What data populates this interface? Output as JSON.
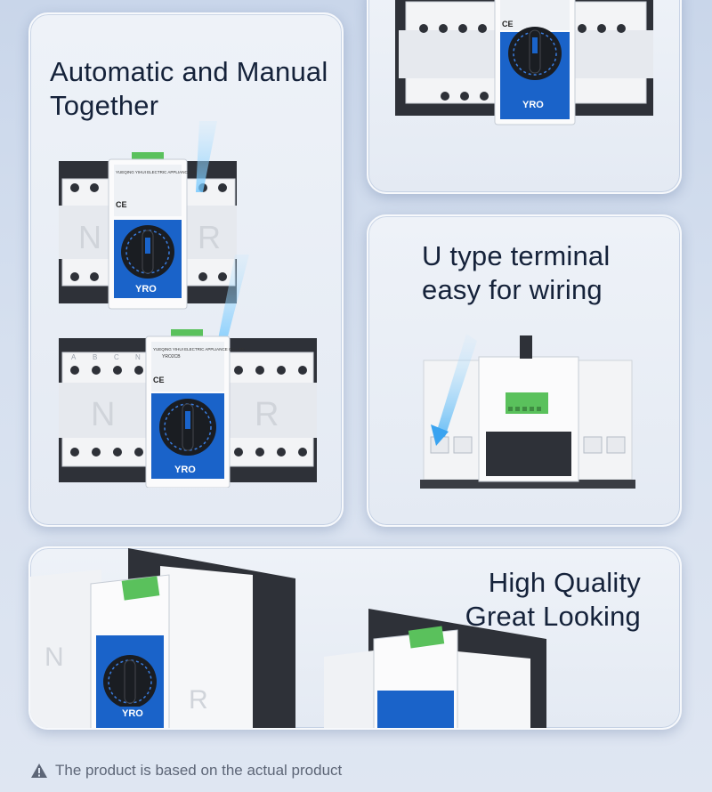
{
  "panels": {
    "left": {
      "heading_line1": "Automatic and Manual",
      "heading_line2": "Together"
    },
    "mid_right": {
      "heading_line1": "U type terminal",
      "heading_line2": "easy for wiring"
    },
    "bottom": {
      "heading_line1": "High Quality",
      "heading_line2": "Great Looking"
    }
  },
  "device": {
    "brand": "YRO",
    "pole_left": "N",
    "pole_right": "R",
    "phase_labels": [
      "A",
      "B",
      "C",
      "N"
    ],
    "manufacturer_line": "YUEQING YIHUI ELECTRIC APPLIANCE CO.,LTD.",
    "model": "YRO2CB",
    "cert_mark": "CE"
  },
  "footer": {
    "note": "The product is based on the actual product",
    "icon": "warning-triangle-icon"
  },
  "colors": {
    "accent_blue": "#1a63c9",
    "panel_dark": "#2e3138",
    "terminal_green": "#5ac15c",
    "heading_text": "#15223a"
  }
}
